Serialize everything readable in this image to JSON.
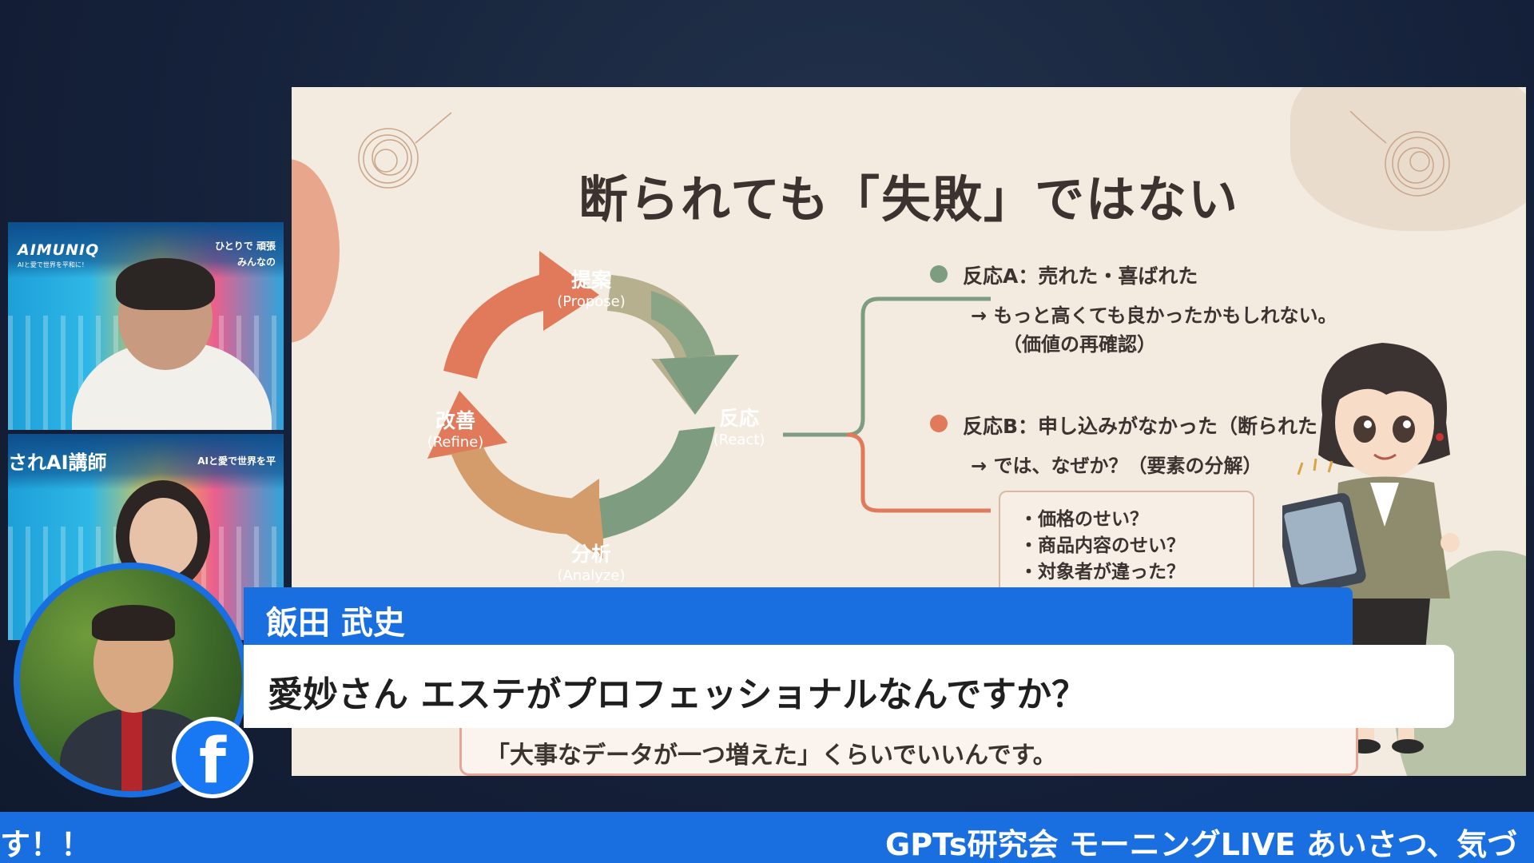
{
  "slide": {
    "title": "断られても「失敗」ではない",
    "cycle": [
      {
        "jp": "提案",
        "en": "(Propose)"
      },
      {
        "jp": "反応",
        "en": "(React)"
      },
      {
        "jp": "分析",
        "en": "(Analyze)"
      },
      {
        "jp": "改善",
        "en": "(Refine)"
      }
    ],
    "response_a": "反応A：売れた・喜ばれた",
    "response_a_note1": "→ もっと高くても良かったかもしれない。",
    "response_a_note2": "（価値の再確認）",
    "response_b": "反応B：申し込みがなかった（断られた",
    "response_b_note": "→ では、なぜか？（要素の分解）",
    "reasons": [
      "・価格のせい？",
      "・商品内容のせい？",
      "・対象者が違った？"
    ],
    "bottom_text": "「大事なデータが一つ増えた」くらいでいいんです。",
    "colors": {
      "orange": "#e07a5a",
      "green": "#7d9c80",
      "tan": "#d49c6a"
    }
  },
  "participants": [
    {
      "brand": "AIMUNIQ",
      "brand_sub": "AIと愛で世界を平和に！",
      "tag_line1": "ひとりで 頑張",
      "tag_line2": "みんなの"
    },
    {
      "headline": "されAI講師",
      "tag_line1": "AIと愛で世界を平"
    }
  ],
  "comment": {
    "name": "飯田 武史",
    "text": "愛妙さん エステがプロフェッショナルなんですか？",
    "platform_icon": "facebook-icon"
  },
  "ticker": {
    "left": "す！！",
    "right": "GPTs研究会 モーニングLIVE あいさつ、気づ"
  }
}
